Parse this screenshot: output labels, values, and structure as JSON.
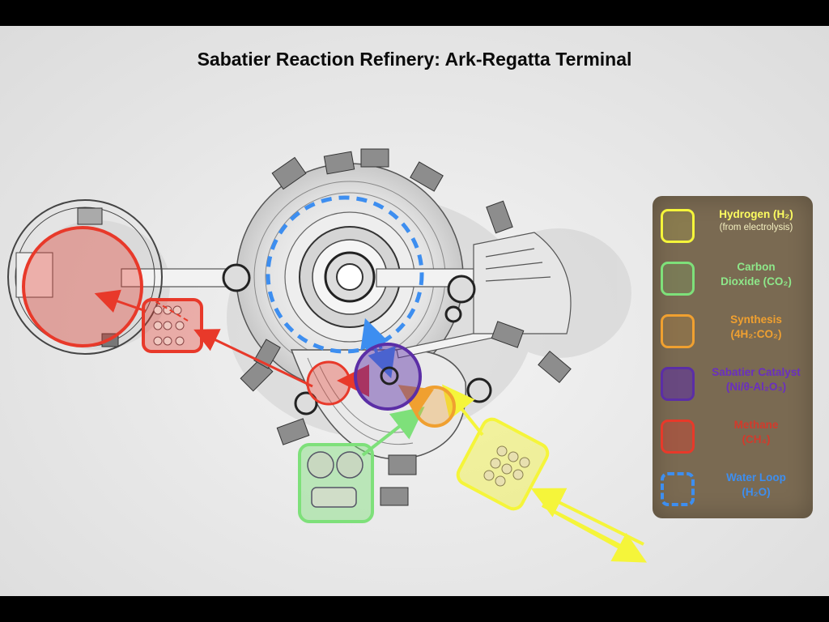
{
  "title": "Sabatier Reaction Refinery: Ark-Regatta Terminal",
  "colors": {
    "hydrogen": "#f5f53a",
    "co2": "#7ee07a",
    "synthesis": "#f0a030",
    "catalyst": "#5b2ea6",
    "methane": "#e8392a",
    "water": "#3d8ef0",
    "legend_bg": "#7a6a52"
  },
  "legend": [
    {
      "key": "hydrogen",
      "line1": "Hydrogen (H₂)",
      "line2": "(from electrolysis)",
      "color": "#f8f840"
    },
    {
      "key": "co2",
      "line1": "Carbon",
      "line2": "Dioxide (CO₂)",
      "color": "#8ee88a"
    },
    {
      "key": "synthesis",
      "line1": "Synthesis",
      "line2": "(4H₂:CO₂)",
      "color": "#f0a030"
    },
    {
      "key": "catalyst",
      "line1": "Sabatier Catalyst",
      "line2": "(Ni/θ-Al₂O₃)",
      "color": "#5b2ea6"
    },
    {
      "key": "methane",
      "line1": "Methane",
      "line2": "(CH₄)",
      "color": "#d33a2c"
    },
    {
      "key": "water",
      "line1": "Water Loop",
      "line2": "(H₂O)",
      "color": "#3d8ef0"
    }
  ]
}
